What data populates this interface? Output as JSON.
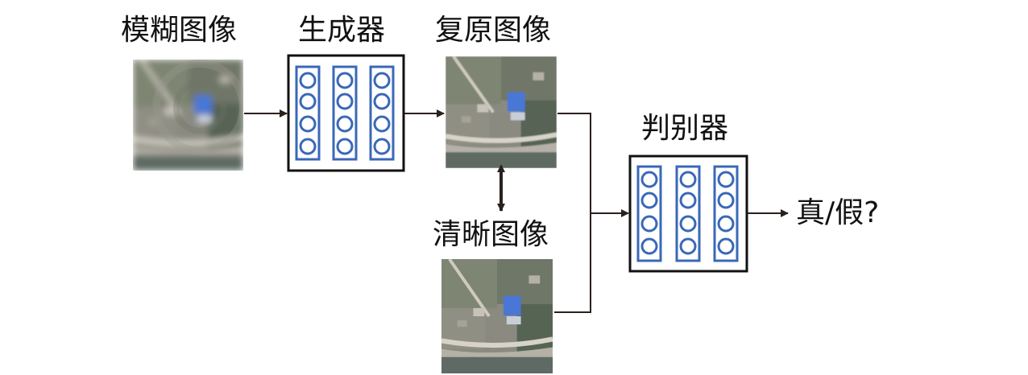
{
  "labels": {
    "blurry_image": "模糊图像",
    "generator": "生成器",
    "restored_image": "复原图像",
    "clear_image": "清晰图像",
    "discriminator": "判别器",
    "output": "真/假?"
  },
  "colors": {
    "network_blue": "#3a68b8",
    "box_border": "#111111",
    "arrow": "#2a201d"
  }
}
